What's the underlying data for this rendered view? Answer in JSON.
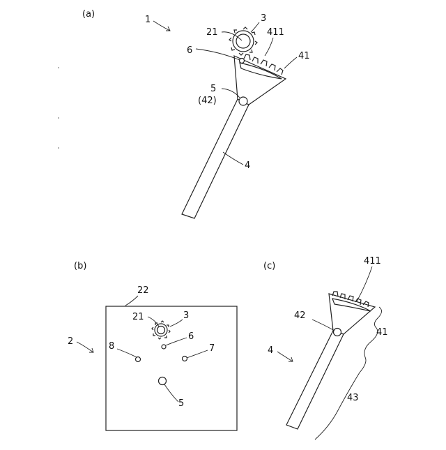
{
  "panels": {
    "a": {
      "label": "(a)",
      "refs": {
        "assembly": "1",
        "gear": "3",
        "motor": "21",
        "teeth": "411",
        "sector": "41",
        "pin": "6",
        "pivot": "5",
        "pivot_alt": "(42)",
        "lever": "4"
      }
    },
    "b": {
      "label": "(b)",
      "refs": {
        "board": "22",
        "motor": "21",
        "gear": "3",
        "base": "2",
        "hole8": "8",
        "hole6": "6",
        "hole7": "7",
        "hole5": "5"
      }
    },
    "c": {
      "label": "(c)",
      "refs": {
        "teeth": "411",
        "hole": "42",
        "sector": "41",
        "lever": "4",
        "arm": "43"
      }
    }
  }
}
